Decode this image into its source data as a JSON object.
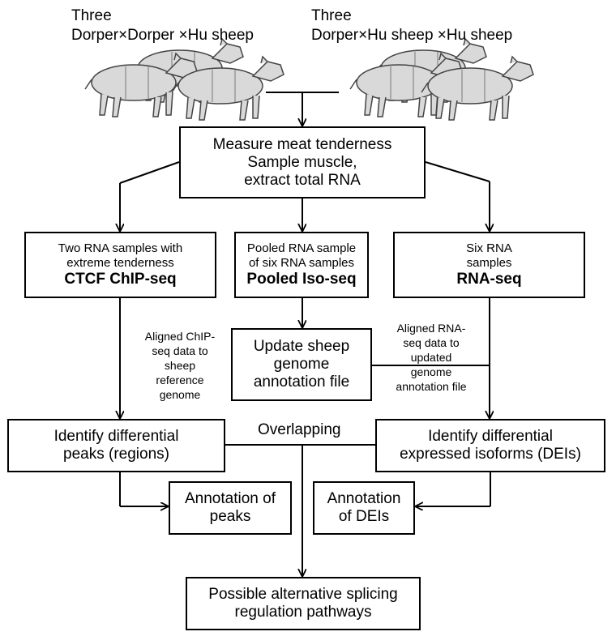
{
  "groups": {
    "left": {
      "count": "Three",
      "name": "Dorper×Dorper ×Hu sheep"
    },
    "right": {
      "count": "Three",
      "name": "Dorper×Hu sheep ×Hu sheep"
    }
  },
  "boxes": {
    "measure": {
      "line1": "Measure meat tenderness",
      "line2": "Sample muscle,",
      "line3": "extract total RNA"
    },
    "chip": {
      "desc1": "Two RNA samples with",
      "desc2": "extreme tenderness",
      "method": "CTCF ChIP-seq"
    },
    "iso": {
      "desc1": "Pooled RNA sample",
      "desc2": "of six RNA samples",
      "method": "Pooled Iso-seq"
    },
    "rna": {
      "desc1": "Six RNA",
      "desc2": "samples",
      "method": "RNA-seq"
    },
    "update": {
      "line1": "Update sheep",
      "line2": "genome",
      "line3": "annotation file"
    },
    "peaks": {
      "line1": "Identify differential",
      "line2": "peaks (regions)"
    },
    "deis": {
      "line1": "Identify differential",
      "line2": "expressed isoforms (DEIs)"
    },
    "annot_peaks": {
      "line1": "Annotation of",
      "line2": "peaks"
    },
    "annot_deis": {
      "line1": "Annotation",
      "line2": "of DEIs"
    },
    "pathways": {
      "line1": "Possible alternative splicing",
      "line2": "regulation pathways"
    }
  },
  "notes": {
    "chip_align": [
      "Aligned ChIP-",
      "seq data to",
      "sheep",
      "reference",
      "genome"
    ],
    "rna_align": [
      "Aligned RNA-",
      "seq data to",
      "updated",
      "genome",
      "annotation file"
    ],
    "overlap": "Overlapping"
  },
  "colors": {
    "line": "#000000",
    "sheep_fill": "#d9d9d9",
    "sheep_stroke": "#444444"
  }
}
